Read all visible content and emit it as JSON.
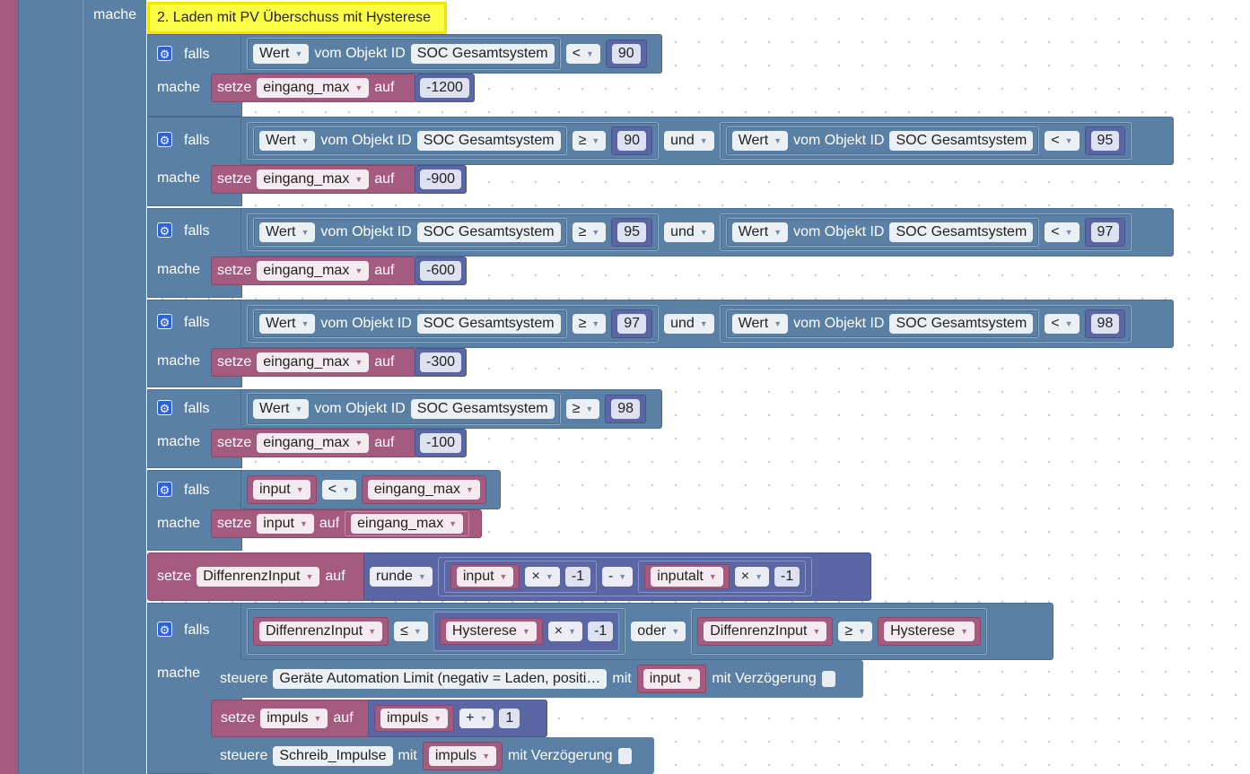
{
  "colors": {
    "logic": "#5b80a5",
    "variables": "#a55b80",
    "math": "#5b67a5",
    "comment": "#fbff46",
    "gear": "#2e62d9"
  },
  "comment": "2. Laden mit PV Überschuss mit Hysterese",
  "kw": {
    "mache": "mache",
    "falls": "falls",
    "setze": "setze",
    "auf": "auf",
    "vom": "vom Objekt ID",
    "und": "und",
    "oder": "oder",
    "runde": "runde",
    "steuere": "steuere",
    "mit": "mit",
    "verz": "mit Verzögerung"
  },
  "ops": {
    "lt": "<",
    "ge": "≥",
    "le": "≤",
    "times": "×",
    "minus": "-",
    "plus": "+"
  },
  "names": {
    "wert": "Wert",
    "soc": "SOC Gesamtsystem",
    "eingang_max": "eingang_max",
    "input": "input",
    "inputalt": "inputalt",
    "diff": "DiffenrenzInput",
    "hyst": "Hysterese",
    "impuls": "impuls",
    "limit": "Geräte Automation Limit (negativ = Laden, positi…",
    "schreib": "Schreib_Impulse"
  },
  "nums": {
    "n90": "90",
    "n95": "95",
    "n97": "97",
    "n98": "98",
    "m1200": "-1200",
    "m900": "-900",
    "m600": "-600",
    "m300": "-300",
    "m100": "-100",
    "m1": "-1",
    "p1": "1"
  }
}
